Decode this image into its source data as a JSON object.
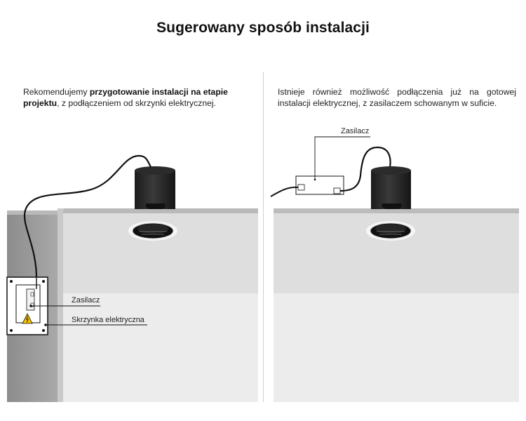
{
  "title": "Sugerowany sposób instalacji",
  "left": {
    "desc_before": "Rekomendujemy ",
    "desc_bold": "przygotowanie instalacji na etapie projektu",
    "desc_after": ", z  podłączeniem od skrzynki elektrycznej.",
    "label_power_supply": "Zasilacz",
    "label_electrical_box": "Skrzynka elektryczna"
  },
  "right": {
    "desc": "Istnieje również możliwość podłączenia już na gotowej instalacji elektrycznej, z zasilaczem schowanym w suficie.",
    "label_power_supply": "Zasilacz"
  }
}
